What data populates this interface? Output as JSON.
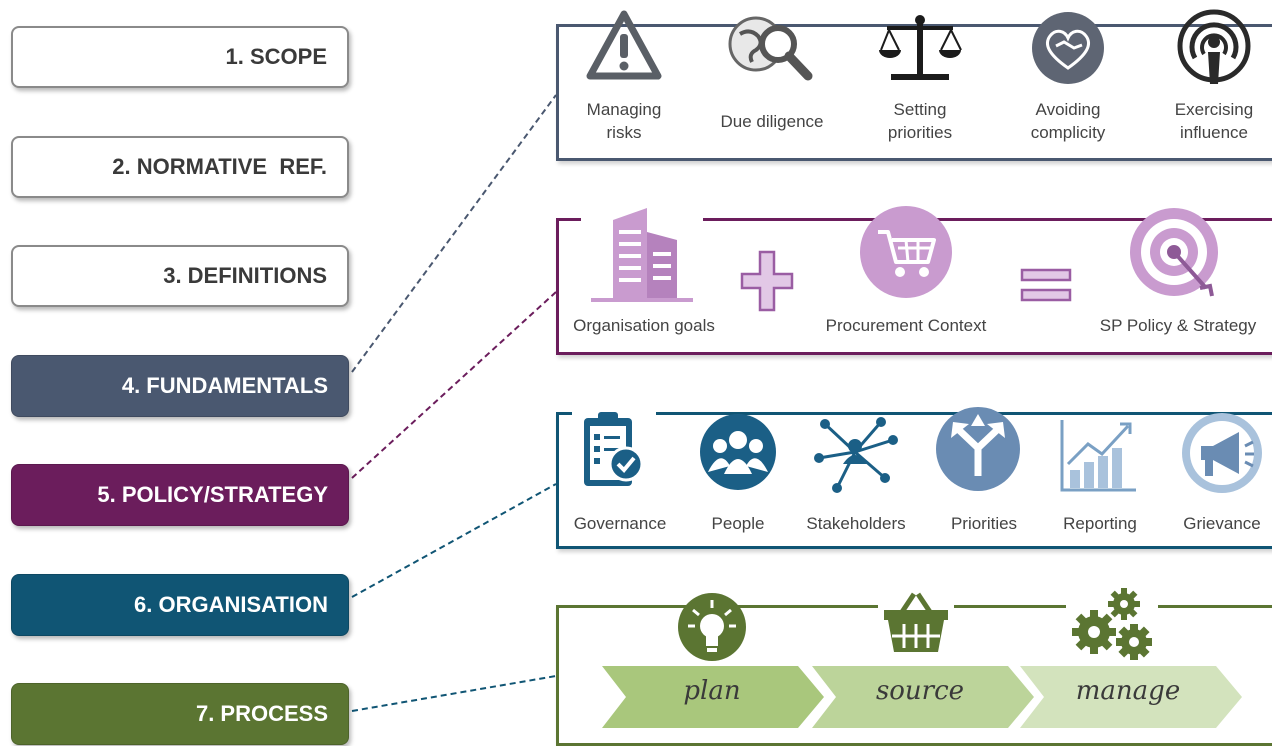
{
  "clauses": [
    {
      "label": "1. SCOPE"
    },
    {
      "label": "2. NORMATIVE  REF."
    },
    {
      "label": "3. DEFINITIONS"
    },
    {
      "label": "4. FUNDAMENTALS"
    },
    {
      "label": "5. POLICY/STRATEGY"
    },
    {
      "label": "6. ORGANISATION"
    },
    {
      "label": "7. PROCESS"
    }
  ],
  "colors": {
    "fundamentals": "#4a5870",
    "policy": "#6b1d5c",
    "organisation": "#105574",
    "process": "#5b7532",
    "policy_icon": "#c99bcf",
    "org_icon": "#1b5f86",
    "process_chevron": "#a9c77c"
  },
  "fundamentals": {
    "items": [
      {
        "line1": "Managing",
        "line2": "risks",
        "icon": "warning-icon"
      },
      {
        "line1": "Due diligence",
        "line2": "",
        "icon": "globe-search-icon"
      },
      {
        "line1": "Setting",
        "line2": "priorities",
        "icon": "scales-icon"
      },
      {
        "line1": "Avoiding",
        "line2": "complicity",
        "icon": "handshake-heart-icon"
      },
      {
        "line1": "Exercising",
        "line2": "influence",
        "icon": "broadcast-person-icon"
      }
    ]
  },
  "policy": {
    "items": [
      {
        "label": "Organisation goals",
        "icon": "building-icon"
      },
      {
        "label": "Procurement Context",
        "icon": "shopping-cart-icon"
      },
      {
        "label": "SP Policy & Strategy",
        "icon": "target-icon"
      }
    ],
    "plus_icon": "plus-icon",
    "equals_icon": "equals-icon"
  },
  "organisation": {
    "items": [
      {
        "label": "Governance",
        "icon": "clipboard-check-icon"
      },
      {
        "label": "People",
        "icon": "people-icon"
      },
      {
        "label": "Stakeholders",
        "icon": "network-icon"
      },
      {
        "label": "Priorities",
        "icon": "arrows-split-icon"
      },
      {
        "label": "Reporting",
        "icon": "bar-chart-icon"
      },
      {
        "label": "Grievance",
        "icon": "megaphone-icon"
      }
    ]
  },
  "process": {
    "steps": [
      {
        "label": "plan",
        "icon": "lightbulb-icon"
      },
      {
        "label": "source",
        "icon": "basket-icon"
      },
      {
        "label": "manage",
        "icon": "gears-icon"
      }
    ]
  }
}
